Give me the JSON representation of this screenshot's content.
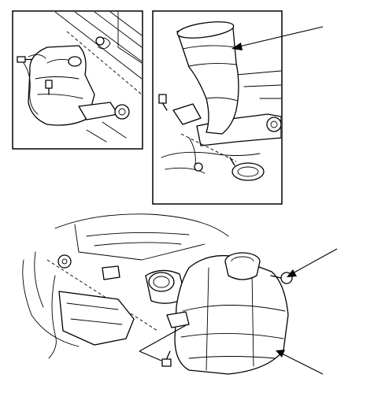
{
  "figure": {
    "panels": [
      "detail-left",
      "detail-right",
      "main-view"
    ],
    "callouts": 5,
    "icons": [
      "bolt-icon",
      "bolt-icon",
      "bolt-icon",
      "bolt-icon",
      "clamp-icon"
    ]
  }
}
